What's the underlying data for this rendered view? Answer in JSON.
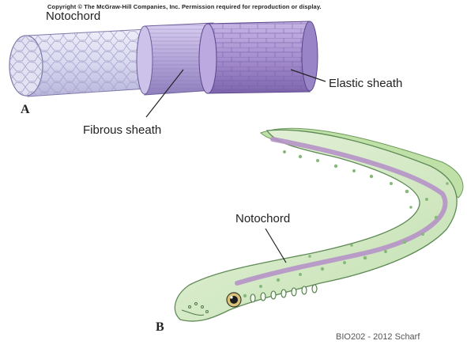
{
  "copyright": "Copyright © The McGraw-Hill Companies, Inc. Permission required for reproduction or display.",
  "panel_a": {
    "letter": "A",
    "labels": {
      "notochord": "Notochord",
      "fibrous_sheath": "Fibrous sheath",
      "elastic_sheath": "Elastic sheath"
    }
  },
  "panel_b": {
    "letter": "B",
    "labels": {
      "notochord": "Notochord"
    }
  },
  "footer": "BIO202 - 2012 Scharf",
  "colors": {
    "core_fill": "#d8d8f0",
    "core_line": "#a7a2c8",
    "fibrous": "#b7a9d9",
    "elastic": "#9f8ac9",
    "fish_body": "#cfe7bf",
    "fish_dark": "#8fbf83",
    "notochord_stripe": "#b592c6"
  }
}
